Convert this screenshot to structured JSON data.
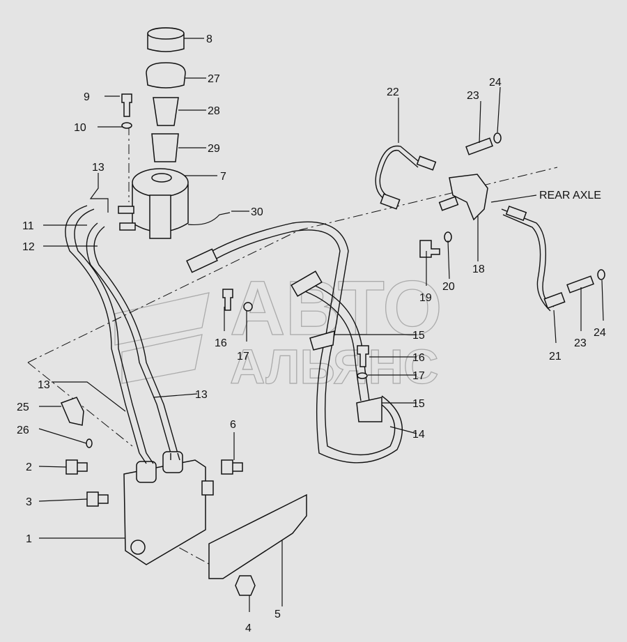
{
  "watermark": {
    "line1": "АВТО",
    "line2": "АЛЬЯНС"
  },
  "labels": {
    "p8": "8",
    "p27": "27",
    "p9": "9",
    "p28": "28",
    "p10": "10",
    "p29": "29",
    "p13a": "13",
    "p7": "7",
    "p11": "11",
    "p30": "30",
    "p12": "12",
    "p22": "22",
    "p23a": "23",
    "p24a": "24",
    "rear_axle": "REAR AXLE",
    "p18": "18",
    "p19": "19",
    "p20": "20",
    "p16a": "16",
    "p17a": "17",
    "p15a": "15",
    "p16b": "16",
    "p17b": "17",
    "p15b": "15",
    "p14": "14",
    "p21": "21",
    "p23b": "23",
    "p24b": "24",
    "p13b": "13",
    "p13c": "13",
    "p25": "25",
    "p26": "26",
    "p6": "6",
    "p2": "2",
    "p3": "3",
    "p1": "1",
    "p5": "5",
    "p4": "4"
  }
}
